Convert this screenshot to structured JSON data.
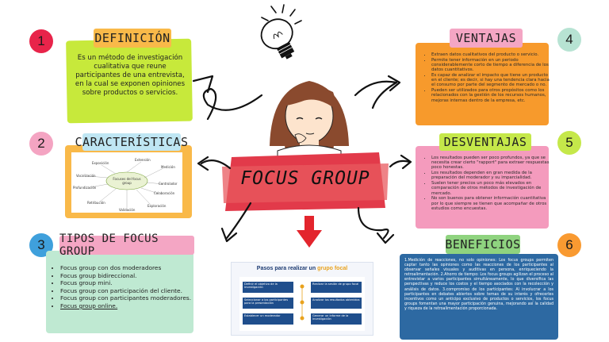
{
  "center": {
    "title": "FOCUS GROUP"
  },
  "sections": {
    "definicion": {
      "number": "1",
      "title": "DEFINICIÓN",
      "text": "Es un método de investigación cualitativa que reune participantes de una entrevista, en la cual se exponen opiniones sobre productos o servicios."
    },
    "caracteristicas": {
      "number": "2",
      "title": "CARACTERÍSTICAS",
      "diagram": {
        "center": "Focuses del focus group",
        "labels": [
          "Extensión",
          "Medición",
          "Controlador",
          "Colaboración",
          "Exploración",
          "Validación",
          "Retribución",
          "Profundización",
          "Vocalización",
          "Exposición"
        ]
      }
    },
    "tipos": {
      "number": "3",
      "title": "TIPOS DE FOCUS GROUP",
      "items": [
        "Focus group con dos moderadores",
        "Focus group bidireccional.",
        "Focus group mini.",
        "Focus group con participación del cliente.",
        "Focus group con participantes moderadores.",
        "Focus group online."
      ]
    },
    "ventajas": {
      "number": "4",
      "title": "VENTAJAS",
      "items": [
        "Extraen datos cualitativos del producto o servicio.",
        "Permite tener información en un periodo considerablemente corto de tiempo a diferencia de los datos cuantitativos.",
        "Es capaz de analizar el impacto que tiene un producto en el cliente; es decir, si hay una tendencia clara hacia el consumo por parte del segmento de mercado o no.",
        "Pueden ser utilizados para otros propósitos como los relacionados con la gestión de los recursos humanos, mejoras internas dentro de la empresa, etc."
      ]
    },
    "desventajas": {
      "number": "5",
      "title": "DESVENTAJAS",
      "items": [
        "Los resultados pueden ser poco profundos, ya que se necesita crear cierto \"rapport\" para extraer respuestas poco honestas.",
        "Los resultados dependen en gran medida de la preparación del moderador y su imparcialidad.",
        "Suelen tener precios un poco más elevados en comparación de otros métodos de investigación de mercado.",
        "No son buenos para obtener información cuantitativa por lo que siempre se tienen que acompañar de otros estudios como encuestas."
      ]
    },
    "beneficios": {
      "number": "6",
      "title": "BENEFICIOS",
      "text": "1.Medición de reacciones, no solo opiniones: Los focus groups permiten captar tanto las opiniones como las reacciones de los participantes al observar señales visuales y auditivas en persona, enriqueciendo la retroalimentación. 2.Ahorro de tiempo: Los focus groups agilizan el proceso al entrevistar a varios participantes simultáneamente, lo que diversifica las perspectivas y reduce los costos y el tiempo asociados con la recolección y análisis de datos. 3.compromiso de los participantes: Al involucrar a los participantes en debates abiertos sobre temas de su interés y ofrecerles incentivos como un anticipo exclusivo de productos o servicios, los focus groups fomentan una mayor participación genuina, mejorando así la calidad y riqueza de la retroalimentación proporcionada."
    }
  },
  "pasos": {
    "title_prefix": "Pasos para realizar un ",
    "title_highlight": "grupo focal",
    "left_steps": [
      "Definir el objetivo de la investigación",
      "Seleccionar a los participantes para la presentación",
      "Establecer un moderador"
    ],
    "right_steps": [
      "Realizar la sesión de grupo focal",
      "Analizar los resultados obtenidos",
      "Generar un informe de la investigación"
    ]
  },
  "colors": {
    "definicion": "#c7e93b",
    "caracteristicas": "#f9b949",
    "tipos": "#bfe9d2",
    "ventajas": "#f79a2c",
    "desventajas": "#f49bbd",
    "beneficios": "#2d69a2",
    "circle1": "#e8244a",
    "circle2": "#f4a4c2",
    "circle3": "#3fa0dc",
    "circle4": "#b7e3d3",
    "circle5": "#c5e84a",
    "circle6": "#f99a31",
    "banner": "#e23a4a",
    "arrow": "#e3252d"
  },
  "icons": [
    "light-bulb-icon",
    "girl-thinking-icon",
    "curved-arrow-icon",
    "down-arrow-icon"
  ]
}
